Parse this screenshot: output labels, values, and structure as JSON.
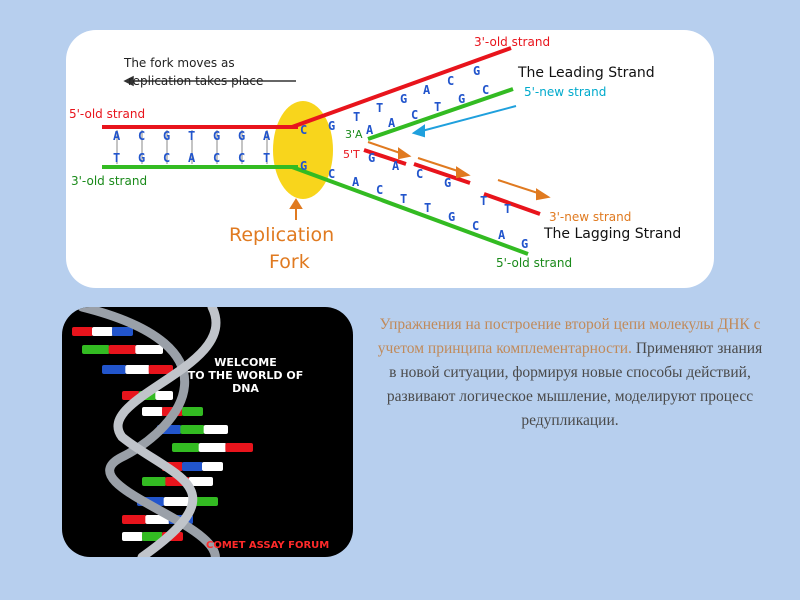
{
  "diagram": {
    "fork_moves_line1": "The fork moves as",
    "fork_moves_line2": "replication takes place",
    "top_label": "3'-old strand",
    "leading_strand": "The Leading Strand",
    "new_strand_5_top": "5'-new strand",
    "left_5_old": "5'-old strand",
    "left_3_old": "3'-old strand",
    "label_3A": "3'A",
    "label_5T": "5'T",
    "new_strand_3": "3'-new strand",
    "lagging_strand": "The Lagging Strand",
    "bottom_5_old": "5'-old strand",
    "fork_label_1": "Replication",
    "fork_label_2": "Fork",
    "parent_top_bases": [
      "A",
      "C",
      "G",
      "T",
      "G",
      "G",
      "A",
      "C"
    ],
    "parent_bottom_bases": [
      "T",
      "G",
      "C",
      "A",
      "C",
      "C",
      "T",
      "G"
    ],
    "upper_old_bases": [
      "G",
      "T",
      "T",
      "G",
      "A",
      "C",
      "G"
    ],
    "upper_new_bases": [
      "A",
      "A",
      "C",
      "T",
      "G",
      "C"
    ],
    "lower_new_bases": [
      "G",
      "A",
      "C",
      "G",
      "T",
      "T"
    ],
    "lower_old_bases": [
      "C",
      "A",
      "C",
      "T",
      "T",
      "G",
      "C",
      "A",
      "G"
    ],
    "colors": {
      "red_strand": "#e8141c",
      "green_strand": "#33bb22",
      "blue_base": "#2255cc",
      "orange_arrow": "#e07a20",
      "fork_yellow": "#f8d51c",
      "fork_label": "#e07a20",
      "cyan_label": "#00aacc"
    }
  },
  "dna_image": {
    "welcome_line1": "WELCOME",
    "welcome_line2": "TO THE WORLD OF",
    "welcome_line3": "DNA",
    "forum_text": "COMET ASSAY FORUM"
  },
  "description": {
    "lead": "Упражнения на построение второй цепи молекулы ДНК с учетом принципа комплементарности.",
    "rest": "Применяют знания в новой ситуации, формируя новые способы действий, развивают логическое мышление, моделируют процесс редупликации."
  }
}
